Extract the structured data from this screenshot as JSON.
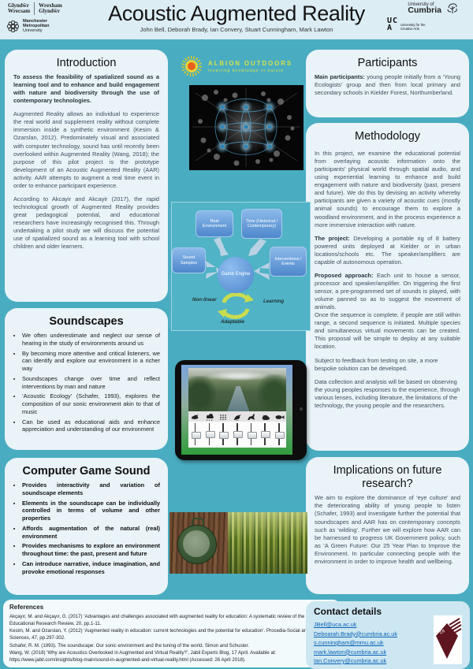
{
  "header": {
    "title": "Acoustic Augmented Reality",
    "authors": "John Bell, Deborah Brady, Ian Convery, Stuart Cunningham, Mark Lawton",
    "logos": {
      "glyndwr_left_line1": "Glyndŵr",
      "glyndwr_left_line2": "Wrecsam",
      "glyndwr_right_line1": "Wrexham",
      "glyndwr_right_line2": "Glyndŵr",
      "mmu_line1": "Manchester",
      "mmu_line2": "Metropolitan",
      "mmu_line3": "University",
      "cumbria_line1": "University of",
      "cumbria_line2": "Cumbria",
      "uca_blocks_line1": "UC",
      "uca_blocks_line2": "A",
      "uca_text": "University for the Creative Arts"
    }
  },
  "albion": {
    "name": "ALBION OUTDOORS",
    "tagline": "inspiring knowledge in nature",
    "sun_icon_color": "#e8611c"
  },
  "intro": {
    "title": "Introduction",
    "lead": "To assess the feasibility of spatialized sound as a learning tool and to enhance and build engagement with nature and biodiversity through the use of contemporary technologies.",
    "p1": "Augmented Reality allows an individual to experience the real world and supplement reality without complete immersion inside a synthetic environment (Kesim & Ozarslan, 2012). Predominately visual and associated with computer technology, sound has until recently been overlooked within Augmented Reality (Wang, 2018); the purpose of this pilot project is the prototype development of an Acoustic Augmented Reality (AAR) activity.  AAR attempts to augment a real time event in order to enhance participant experience.",
    "p2": "According to Akcayir and Akcayir (2017), the rapid technological growth of Augmented Reality provides great pedagogical potential, and educational researchers have increasingly recognised this. Through undertaking a pilot study we will discuss the potential use of spatialized sound as a learning tool with school children and older learners."
  },
  "soundscapes": {
    "title": "Soundscapes",
    "bullets": [
      "We often underestimate and neglect our sense of hearing in the study of environments around us",
      "By becoming more attentive and critical listeners, we can identify and explore our environment in a richer way",
      "Soundscapes change over time and reflect interventions by man and nature",
      "‘Acoustic Ecology’ (Schafer, 1993), explores the composition of our sonic environment akin to that of music",
      "Can be used as educational aids and enhance appreciation and understanding of our environment"
    ]
  },
  "cgs": {
    "title": "Computer Game Sound",
    "bullets": [
      "Provides interactivity and variation of soundscape elements",
      "Elements in the soundscape can be individually controlled in terms of volume and other properties",
      "Affords augmentation of the natural (real) environment",
      "Provides mechanisms to explore an environment throughout time: the past, present and future",
      "Can introduce narrative, induce imagination, and provoke emotional responses"
    ]
  },
  "participants": {
    "title": "Participants",
    "lead": "Main participants:",
    "text": "young people initially from a ‘Young Ecologists’ group and then from local primary and secondary schools in Kielder Forest, Northumberland."
  },
  "methodology": {
    "title": "Methodology",
    "p1": "In this project, we examine the educational potential from overlaying acoustic information onto the participants’ physical world through spatial audio, and using experiential learning to enhance and build engagement with nature and biodiversity (past, present and future). We do this by devising an activity whereby participants are given a variety of acoustic cues (mostly animal sounds) to encourage them to explore a woodland environment, and in the process experience a more immersive interaction with nature.",
    "project_lead": "The project:",
    "project_text": "Developing a portable rig of 8 battery powered units deployed at Kielder or in urban locations/schools etc. The speaker/amplifiers are capable of autonomous operation.",
    "approach_lead": "Proposed approach:",
    "approach_text": "Each unit to house a sensor, processor and speaker/amplifier. On triggering the first sensor, a pre-programmed set of sounds is played, with volume panned so as to suggest the movement of animals.",
    "approach_text2": "Once the sequence is complete, if people are still within range, a second sequence is initiated. Multiple species and simultaneous virtual movements can be created. This proposal will be simple to deploy at any suitable location.",
    "p4": "Subject to feedback from testing on site, a more bespoke solution can be developed.",
    "p5": "Data collection and analysis will be based on observing the young peoples responses to the experience, through various lenses, including literature, the limitations of the technology, the young people and the researchers."
  },
  "implications": {
    "title": "Implications on future research?",
    "text": "We aim to explore the dominance of  ‘eye culture’ and the  deteriorating ability of young people to listen (Schafer, 1993) and investigate further the potential that soundscapes and AAR has on contemporary concepts such as ‘wilding’. Further we will explore how AAR can be harnessed to progress UK Government policy, such as ‘A Green Future: Our 25 Year Plan to Improve the Environment. In particular connecting people with the environment in order to improve health and wellbeing."
  },
  "references": {
    "title": "References",
    "items": [
      "Akçayır, M. and Akçayır, G. (2017) ‘Advantages and challenges associated with augmented reality for education: A systematic review of the literature’. Educational Research Review, 20, pp.1-11.",
      "Kesim, M. and Ozarslan, Y. (2012) ‘Augmented reality in education: current technologies and the potential for education’. Procedia-Social and Behavioral Sciences, 47, pp.297-302.",
      "Schafer, R. M. (1993). The soundscape: Our sonic environment and the tuning of the world. Simon and Schuster.",
      "Wang, W. (2018) ‘Why are Acoustics Overlooked in Augmented and Virtual Reality?’, Jabil Experts Blog, 17 April. Available at: https://www.jabil.com/insights/blog-main/sound-in-augmented-and-virtual-reality.html (Accessed: 26 April 2018)."
    ]
  },
  "contact": {
    "title": "Contact details",
    "emails": [
      "JBell@uca.ac.uk",
      "Deboarah.Brady@cumbria.ac.uk",
      "s.cunningham@mmu.ac.uk",
      "mark.lawton@cumbria.ac.uk",
      "Ian.Convery@cumbria.ac.uk"
    ]
  },
  "diagram": {
    "box_real": "Real Environment",
    "box_time": "Time (Historical / Contemporary)",
    "box_sound": "Sound Samples",
    "box_interventions": "Interventions / Events",
    "center": "Game Engine",
    "label_left": "Non-linear",
    "label_right": "Learning",
    "label_bottom": "Adaptable"
  },
  "tablet": {
    "slider_icons": [
      "duck-icon",
      "rain-cloud-icon",
      "water-icon",
      "bird-icon",
      "deer-icon",
      "frog-icon",
      "fish-icon"
    ]
  },
  "colors": {
    "background_teal": "#49acc1",
    "header_blue": "#dcedf4",
    "box_light": "#e9f3f8",
    "contact_blue": "#cde7f2",
    "node_blue": "#4e88cc",
    "cycle_green": "#c8dc50",
    "link_blue": "#0a62b5"
  }
}
